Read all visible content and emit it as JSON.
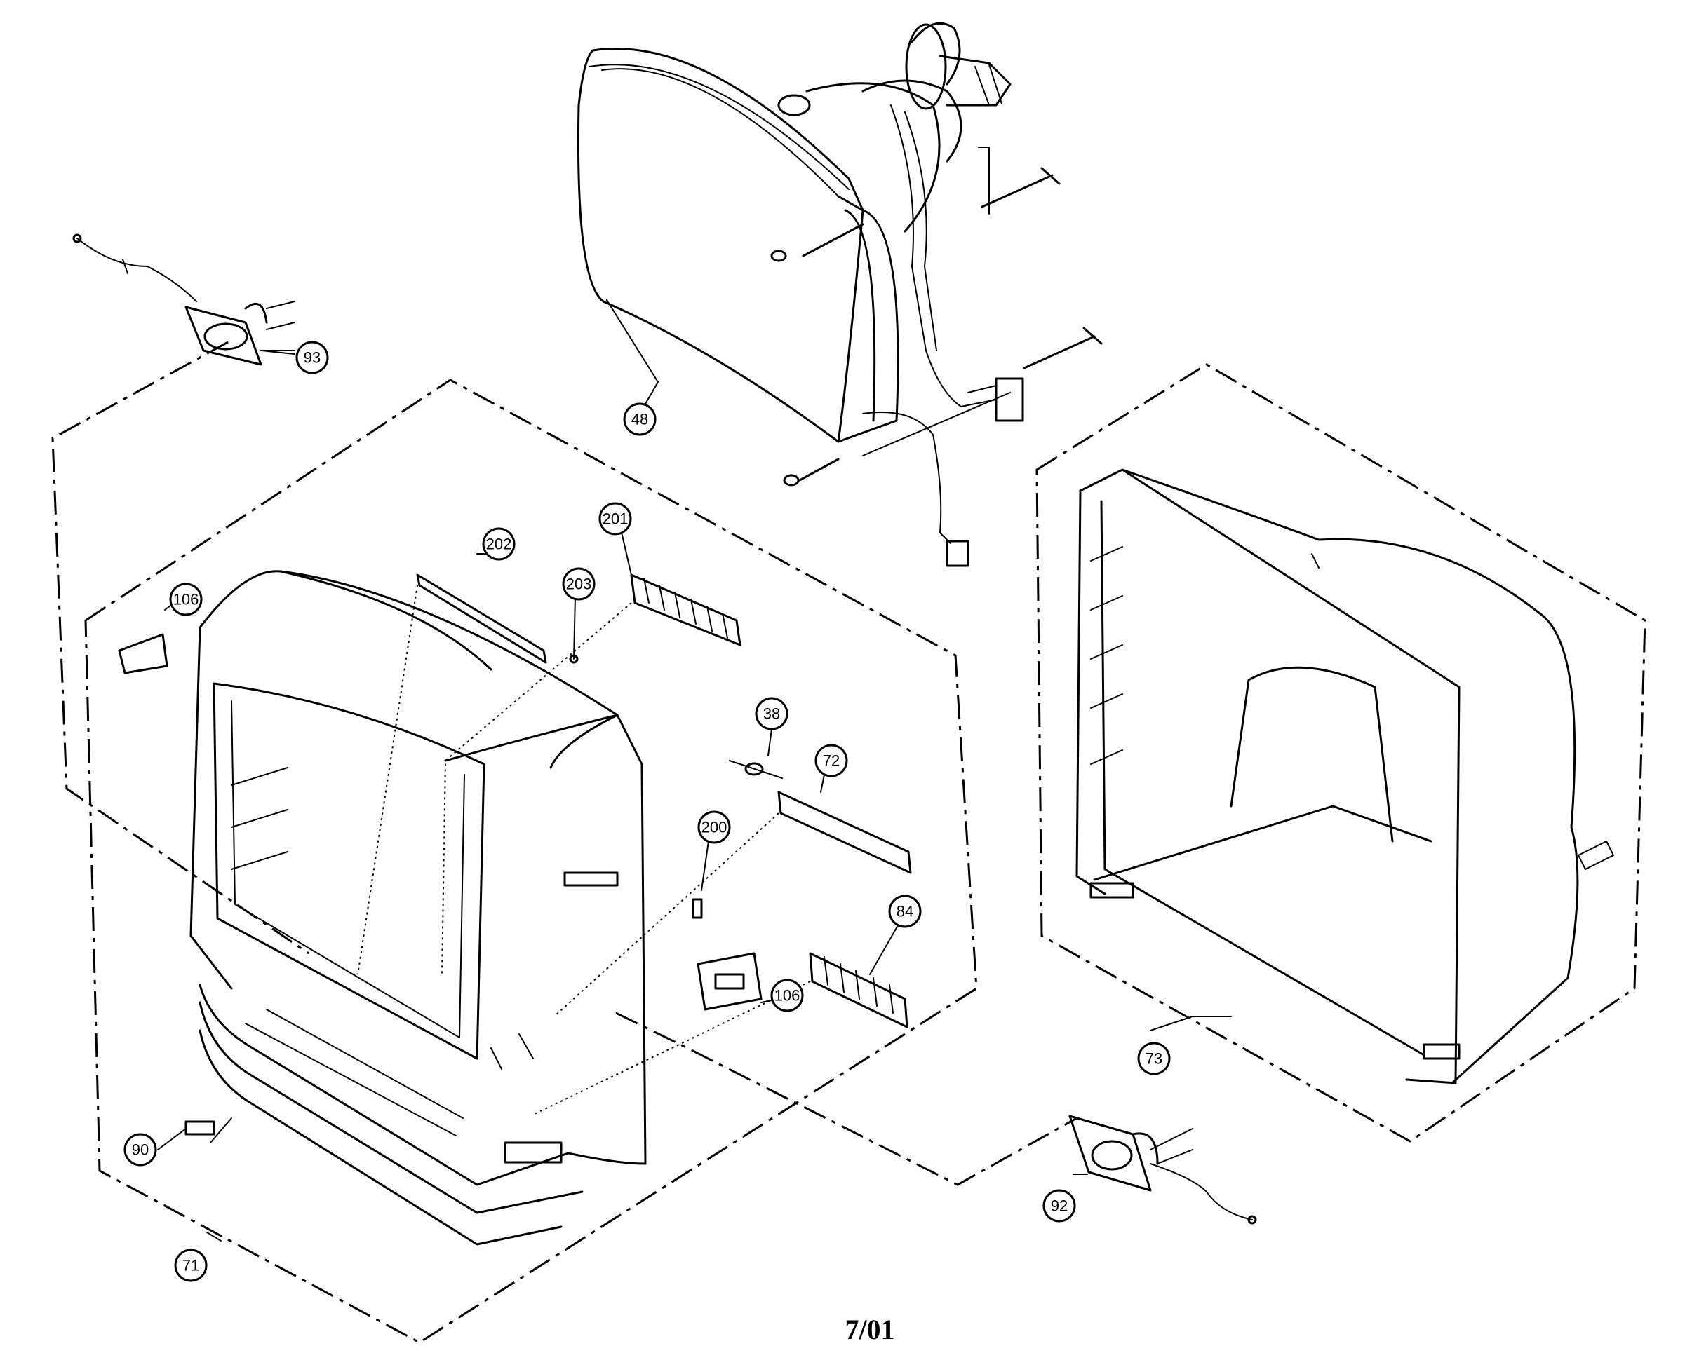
{
  "diagram": {
    "footer_code": "7/01",
    "callouts": [
      {
        "id": "48",
        "part": "picture-tube"
      },
      {
        "id": "93",
        "part": "left-speaker"
      },
      {
        "id": "92",
        "part": "right-speaker"
      },
      {
        "id": "71",
        "part": "front-cabinet"
      },
      {
        "id": "73",
        "part": "back-cabinet"
      },
      {
        "id": "202",
        "part": "bracket"
      },
      {
        "id": "203",
        "part": "screw"
      },
      {
        "id": "201",
        "part": "button-assembly"
      },
      {
        "id": "106",
        "part": "knob-left"
      },
      {
        "id": "38",
        "part": "sensor"
      },
      {
        "id": "72",
        "part": "panel"
      },
      {
        "id": "200",
        "part": "led"
      },
      {
        "id": "106",
        "part": "knob-right"
      },
      {
        "id": "84",
        "part": "button-assembly-lower"
      },
      {
        "id": "90",
        "part": "badge"
      }
    ]
  }
}
